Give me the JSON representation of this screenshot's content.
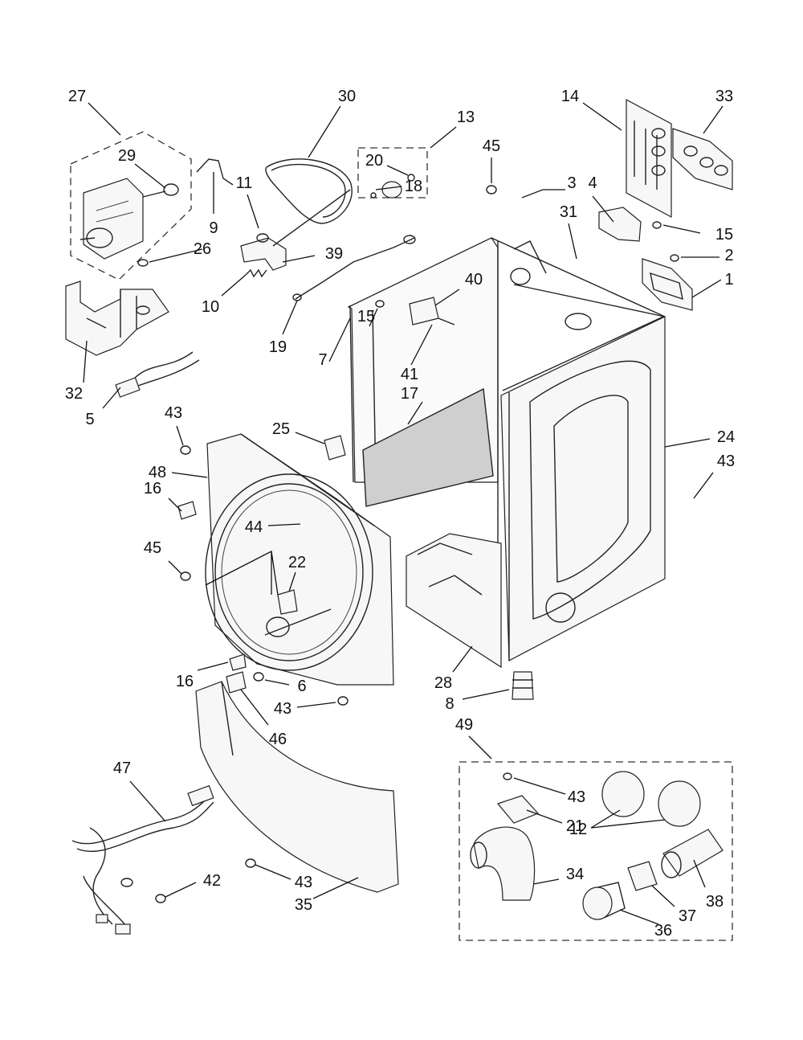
{
  "callouts": [
    {
      "id": "c27",
      "text": "27"
    },
    {
      "id": "c29",
      "text": "29"
    },
    {
      "id": "c30",
      "text": "30"
    },
    {
      "id": "c13",
      "text": "13"
    },
    {
      "id": "c20",
      "text": "20"
    },
    {
      "id": "c18",
      "text": "18"
    },
    {
      "id": "c14",
      "text": "14"
    },
    {
      "id": "c33",
      "text": "33"
    },
    {
      "id": "c45a",
      "text": "45"
    },
    {
      "id": "c4",
      "text": "4"
    },
    {
      "id": "c3",
      "text": "3"
    },
    {
      "id": "c31",
      "text": "31"
    },
    {
      "id": "c15a",
      "text": "15"
    },
    {
      "id": "c2",
      "text": "2"
    },
    {
      "id": "c1",
      "text": "1"
    },
    {
      "id": "c11",
      "text": "11"
    },
    {
      "id": "c9",
      "text": "9"
    },
    {
      "id": "c26",
      "text": "26"
    },
    {
      "id": "c39",
      "text": "39"
    },
    {
      "id": "c10",
      "text": "10"
    },
    {
      "id": "c19",
      "text": "19"
    },
    {
      "id": "c7",
      "text": "7"
    },
    {
      "id": "c40",
      "text": "40"
    },
    {
      "id": "c15b",
      "text": "15"
    },
    {
      "id": "c41",
      "text": "41"
    },
    {
      "id": "c32",
      "text": "32"
    },
    {
      "id": "c5",
      "text": "5"
    },
    {
      "id": "c17",
      "text": "17"
    },
    {
      "id": "c43a",
      "text": "43"
    },
    {
      "id": "c25",
      "text": "25"
    },
    {
      "id": "c24",
      "text": "24"
    },
    {
      "id": "c43b",
      "text": "43"
    },
    {
      "id": "c48",
      "text": "48"
    },
    {
      "id": "c16a",
      "text": "16"
    },
    {
      "id": "c44",
      "text": "44"
    },
    {
      "id": "c45b",
      "text": "45"
    },
    {
      "id": "c22",
      "text": "22"
    },
    {
      "id": "c16b",
      "text": "16"
    },
    {
      "id": "c6",
      "text": "6"
    },
    {
      "id": "c28",
      "text": "28"
    },
    {
      "id": "c8",
      "text": "8"
    },
    {
      "id": "c43c",
      "text": "43"
    },
    {
      "id": "c46",
      "text": "46"
    },
    {
      "id": "c49",
      "text": "49"
    },
    {
      "id": "c47",
      "text": "47"
    },
    {
      "id": "c43d",
      "text": "43"
    },
    {
      "id": "c21",
      "text": "21"
    },
    {
      "id": "c12",
      "text": "12"
    },
    {
      "id": "c42",
      "text": "42"
    },
    {
      "id": "c43e",
      "text": "43"
    },
    {
      "id": "c34",
      "text": "34"
    },
    {
      "id": "c38",
      "text": "38"
    },
    {
      "id": "c35",
      "text": "35"
    },
    {
      "id": "c37",
      "text": "37"
    },
    {
      "id": "c36",
      "text": "36"
    }
  ]
}
